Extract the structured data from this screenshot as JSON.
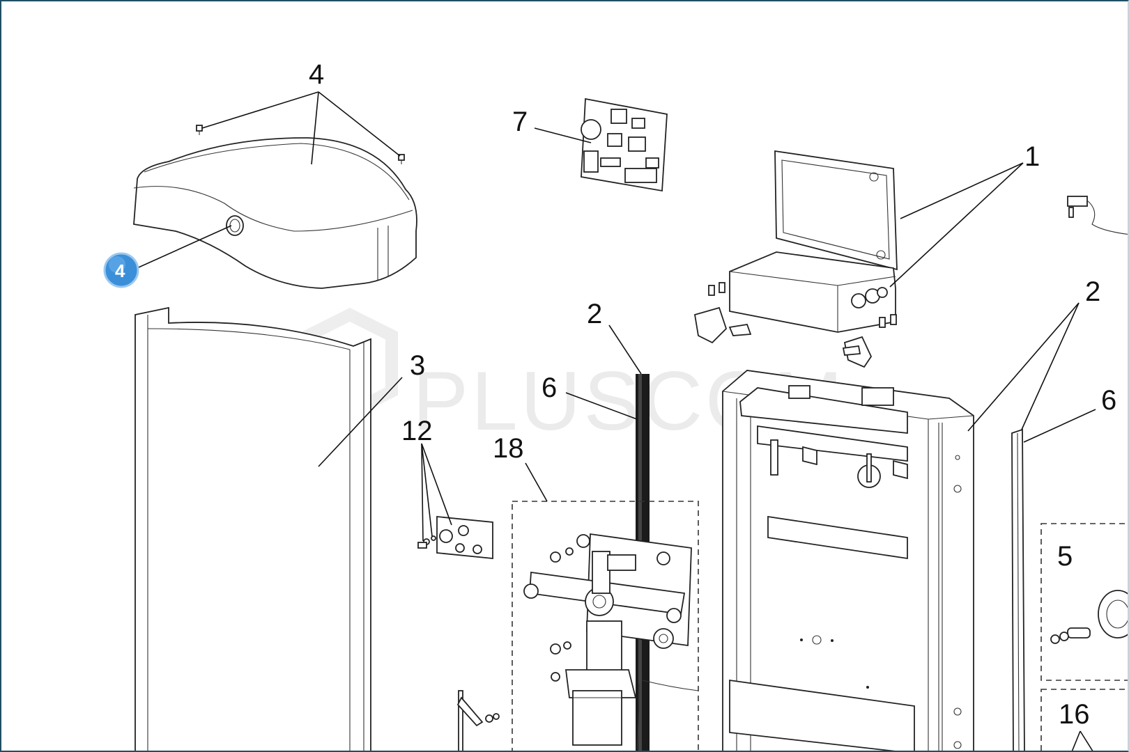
{
  "watermark": "PLUSCOM",
  "callouts": {
    "c4_top": "4",
    "c7": "7",
    "c1": "1",
    "c2_mid": "2",
    "c2_right": "2",
    "c3": "3",
    "c6_mid": "6",
    "c6_right": "6",
    "c12": "12",
    "c18": "18",
    "c5": "5",
    "c16": "16"
  },
  "badge": {
    "label": "4",
    "color": "#3b8fd9"
  }
}
